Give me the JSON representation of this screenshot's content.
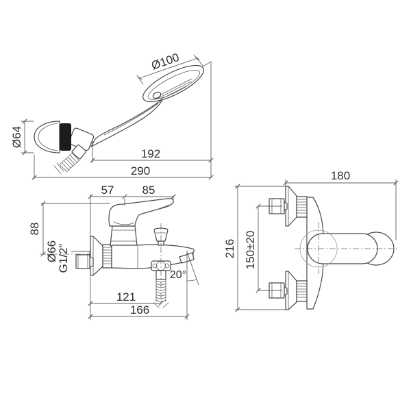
{
  "page": {
    "background": "#ffffff",
    "line_color": "#474747",
    "dimension_color": "#5f5f5f"
  },
  "drawing": {
    "handshower": {
      "head_diameter": "Ø100",
      "holder_diameter": "Ø64",
      "partial_length": "192",
      "total_length": "290"
    },
    "front_view": {
      "wall_to_axis": "57",
      "axis_to_lever_tip": "85",
      "height_above_axis": "88",
      "flange_diameter": "Ø66",
      "thread_size": "G1/2\"",
      "axis_to_hose": "121",
      "axis_to_spout_tip": "166",
      "spout_angle": "20°"
    },
    "top_view": {
      "depth": "180",
      "overall_height": "216",
      "centers_distance": "150±20"
    }
  }
}
